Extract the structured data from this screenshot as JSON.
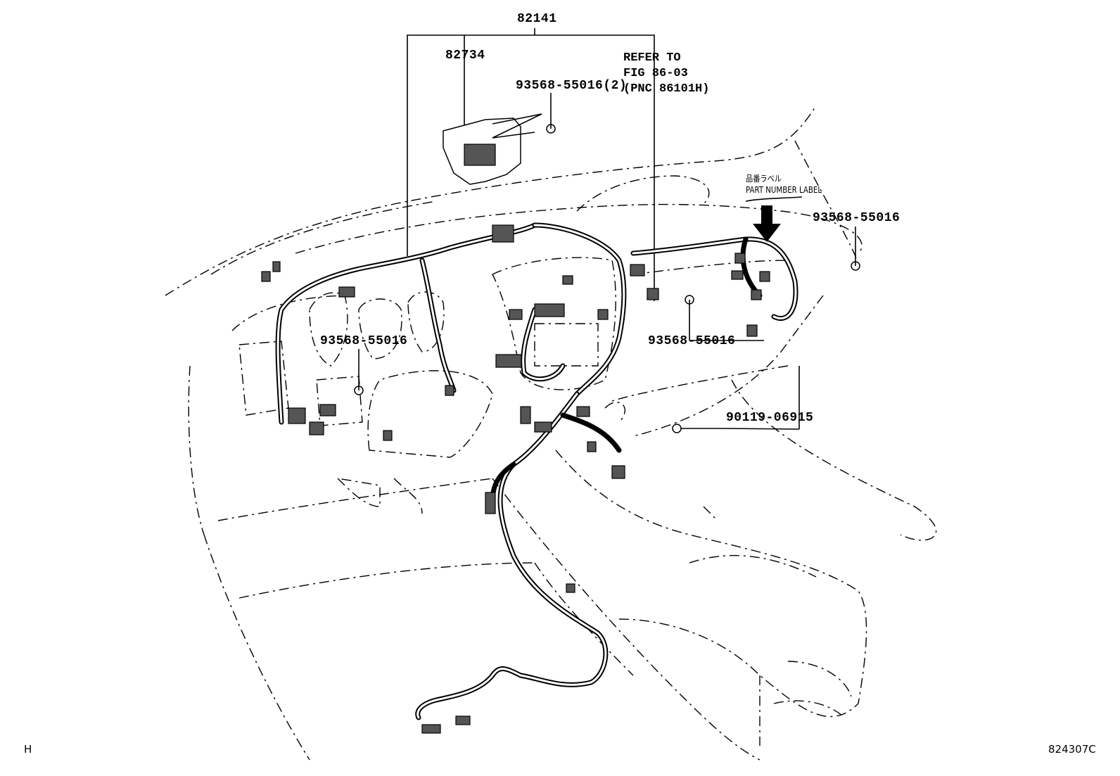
{
  "diagram": {
    "labels": {
      "assembly": "82141",
      "wire_sub": "82734",
      "clip_top": "93568-55016(2)",
      "refer_line1": "REFER TO",
      "refer_line2": "FIG 86-03",
      "refer_line3": "(PNC 86101H)",
      "part_label_jp": "品番ラベル",
      "part_label_en": "PART NUMBER LABEL",
      "clip_right": "93568-55016",
      "clip_center": "93568-55016",
      "clip_left": "93568-55016",
      "bolt": "90119-06915"
    },
    "corner_left": "H",
    "corner_right": "824307C"
  }
}
